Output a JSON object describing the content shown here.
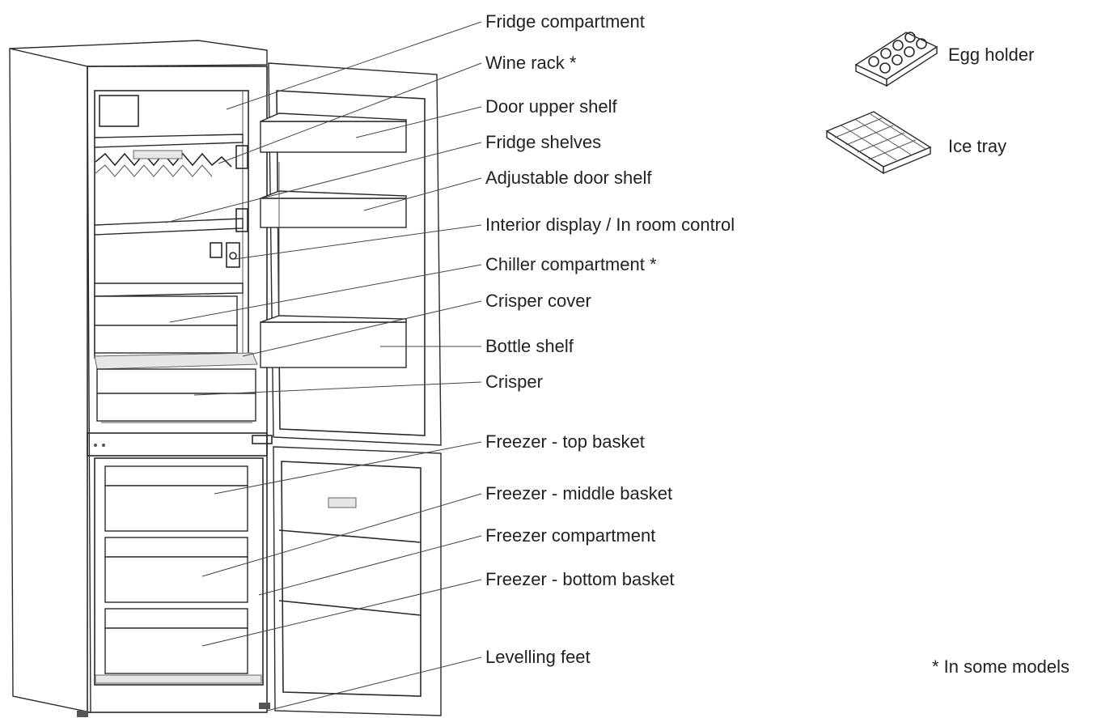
{
  "labels": [
    {
      "id": "fridge-compartment",
      "text": "Fridge compartment"
    },
    {
      "id": "wine-rack",
      "text": "Wine rack *"
    },
    {
      "id": "door-upper-shelf",
      "text": "Door upper shelf"
    },
    {
      "id": "fridge-shelves",
      "text": "Fridge shelves"
    },
    {
      "id": "adjustable-door-shelf",
      "text": "Adjustable door shelf"
    },
    {
      "id": "interior-display",
      "text": "Interior display / In room control"
    },
    {
      "id": "chiller-compartment",
      "text": "Chiller compartment *"
    },
    {
      "id": "crisper-cover",
      "text": "Crisper cover"
    },
    {
      "id": "bottle-shelf",
      "text": "Bottle shelf"
    },
    {
      "id": "crisper",
      "text": "Crisper"
    },
    {
      "id": "freezer-top-basket",
      "text": "Freezer - top basket"
    },
    {
      "id": "freezer-middle-basket",
      "text": "Freezer - middle basket"
    },
    {
      "id": "freezer-compartment",
      "text": "Freezer compartment"
    },
    {
      "id": "freezer-bottom-basket",
      "text": "Freezer - bottom basket"
    },
    {
      "id": "levelling-feet",
      "text": "Levelling feet"
    }
  ],
  "accessories": [
    {
      "id": "egg-holder",
      "text": "Egg holder"
    },
    {
      "id": "ice-tray",
      "text": "Ice tray"
    }
  ],
  "note": "* In some models"
}
